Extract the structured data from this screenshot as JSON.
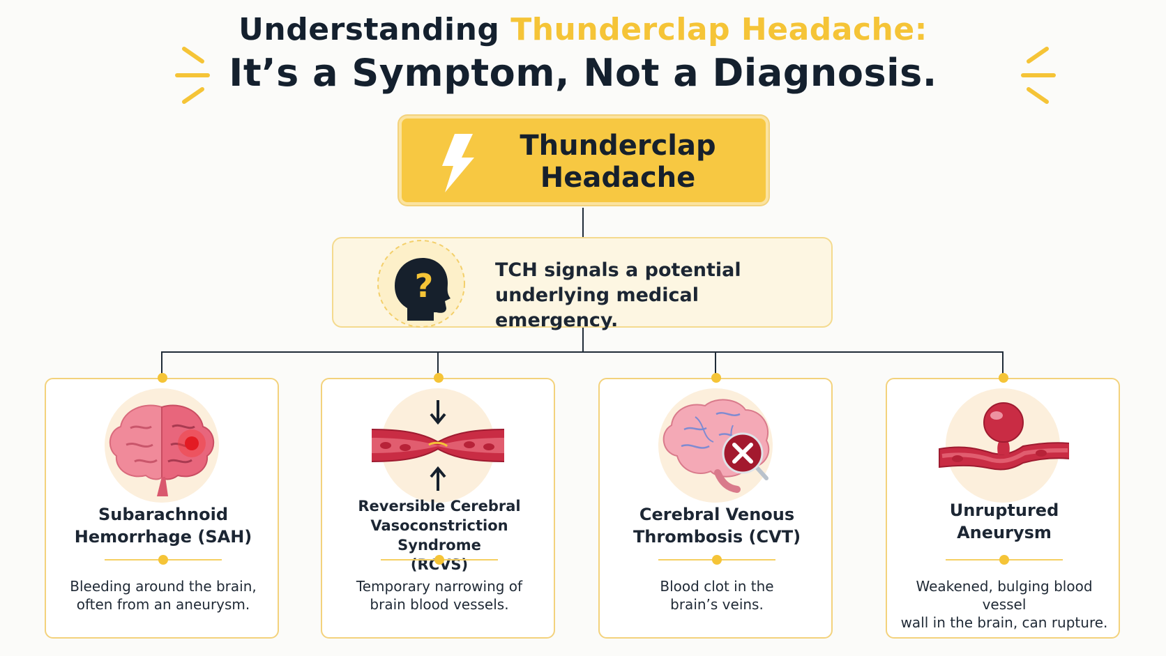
{
  "title": {
    "line1_prefix": "Understanding ",
    "line1_accent": "Thunderclap Headache:",
    "line2": "It’s a Symptom, Not a Diagnosis."
  },
  "main": {
    "line1": "Thunderclap",
    "line2": "Headache"
  },
  "signal": {
    "line1": "TCH signals a potential",
    "line2": "underlying medical emergency.",
    "badge_glyph": "?"
  },
  "cards": [
    {
      "title_line1": "Subarachnoid",
      "title_line2": "Hemorrhage (SAH)",
      "desc_line1": "Bleeding around the brain,",
      "desc_line2": "often from an aneurysm.",
      "icon": "brain-bleed-icon"
    },
    {
      "title_line1": "Reversible Cerebral",
      "title_line2": "Vasoconstriction Syndrome",
      "title_line3": "(RCVS)",
      "desc_line1": "Temporary narrowing of",
      "desc_line2": "brain blood vessels.",
      "icon": "narrowed-vessel-icon"
    },
    {
      "title_line1": "Cerebral Venous",
      "title_line2": "Thrombosis (CVT)",
      "desc_line1": "Blood clot in the",
      "desc_line2": "brain’s veins.",
      "icon": "brain-clot-icon"
    },
    {
      "title_line1": "Unruptured",
      "title_line2": "Aneurysm",
      "desc_line1": "Weakened, bulging blood vessel",
      "desc_line2": "wall in the brain, can rupture.",
      "icon": "aneurysm-icon"
    }
  ],
  "colors": {
    "accent": "#f5c437",
    "navy": "#14202e",
    "blood": "#c0283c"
  }
}
